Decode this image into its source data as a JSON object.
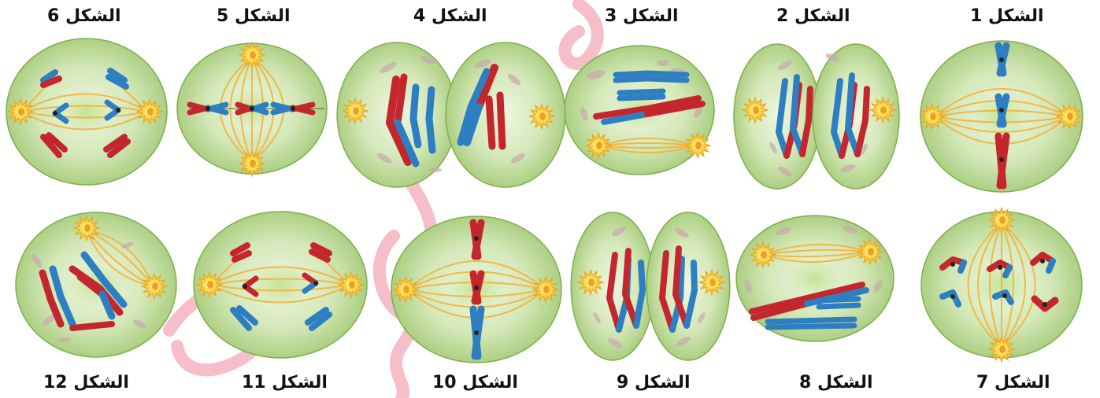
{
  "figures": [
    {
      "id": 1,
      "label": "الشكل 1",
      "stage": "metaphase"
    },
    {
      "id": 2,
      "label": "الشكل 2",
      "stage": "telophase"
    },
    {
      "id": 3,
      "label": "الشكل 3",
      "stage": "prophase"
    },
    {
      "id": 4,
      "label": "الشكل 4",
      "stage": "telophase"
    },
    {
      "id": 5,
      "label": "الشكل 5",
      "stage": "metaphase"
    },
    {
      "id": 6,
      "label": "الشكل 6",
      "stage": "anaphase"
    },
    {
      "id": 7,
      "label": "الشكل 7",
      "stage": "prometaphase"
    },
    {
      "id": 8,
      "label": "الشكل 8",
      "stage": "prophase"
    },
    {
      "id": 9,
      "label": "الشكل 9",
      "stage": "telophase"
    },
    {
      "id": 10,
      "label": "الشكل 10",
      "stage": "metaphase"
    },
    {
      "id": 11,
      "label": "الشكل 11",
      "stage": "anaphase"
    },
    {
      "id": 12,
      "label": "الشكل 12",
      "stage": "prophase"
    }
  ],
  "colors": {
    "cell_fill": "#a9cf7e",
    "cell_inner": "#e8f2d8",
    "cell_edge": "#7fae4e",
    "spindle": "#f3b23a",
    "centrosome": "#f7d23a",
    "chromosome_red": "#c4262e",
    "chromosome_blue": "#2e7fc2",
    "vesicle": "#c9a8ad",
    "watermark": "#f2a9b5"
  }
}
